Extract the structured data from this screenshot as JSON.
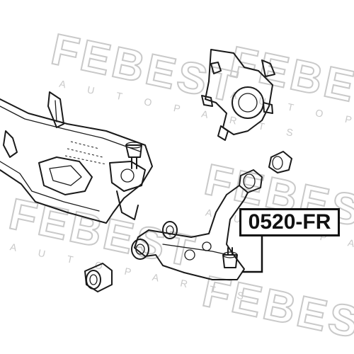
{
  "watermark": {
    "brand": "FEBEST",
    "tagline": "A U T O   P A R T S"
  },
  "part_label": {
    "text": "0520-FR"
  },
  "colors": {
    "line": "#1a1a1a",
    "watermark": "#c9c9c9",
    "background": "#ffffff"
  }
}
